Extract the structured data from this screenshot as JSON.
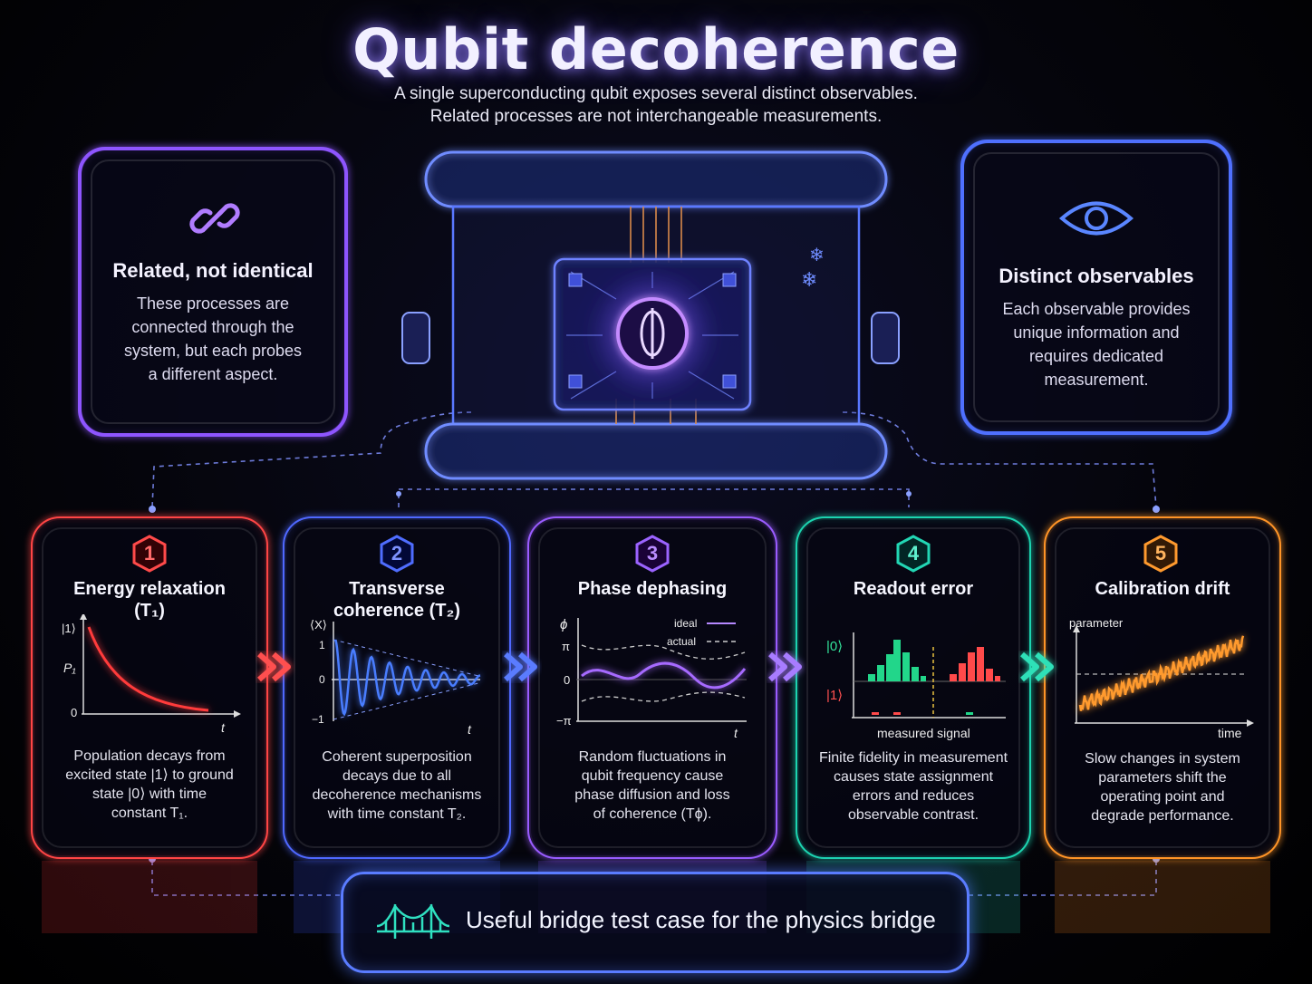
{
  "header": {
    "title": "Qubit decoherence",
    "subtitle_line1": "A single superconducting qubit exposes several distinct observables.",
    "subtitle_line2": "Related processes are not interchangeable measurements."
  },
  "left_panel": {
    "icon": "chain-link-icon",
    "title": "Related, not identical",
    "lines": [
      "These processes are",
      "connected through the",
      "system, but each probes",
      "a different aspect."
    ]
  },
  "right_panel": {
    "icon": "eye-icon",
    "title": "Distinct observables",
    "lines": [
      "Each observable provides",
      "unique information and",
      "requires dedicated",
      "measurement."
    ]
  },
  "cards": [
    {
      "number": "1",
      "color": "#ff4a4a",
      "title_lines": [
        "Energy relaxation",
        "(T₁)"
      ],
      "chart": {
        "y_top": "|1⟩",
        "y_mid": "P₁",
        "y_zero": "0",
        "x_label": "t"
      },
      "desc_lines": [
        "Population decays from",
        "excited state |1⟩ to ground",
        "state |0⟩ with time",
        "constant T₁."
      ]
    },
    {
      "number": "2",
      "color": "#4f6dff",
      "title_lines": [
        "Transverse",
        "coherence (T₂)"
      ],
      "chart": {
        "y_label": "⟨X⟩",
        "ticks": [
          "1",
          "0",
          "−1"
        ],
        "x_label": "t"
      },
      "desc_lines": [
        "Coherent superposition",
        "decays due to all",
        "decoherence mechanisms",
        "with time constant T₂."
      ]
    },
    {
      "number": "3",
      "color": "#9b63ff",
      "title_lines": [
        "Phase dephasing"
      ],
      "chart": {
        "y_label": "ϕ",
        "ticks": [
          "π",
          "0",
          "−π"
        ],
        "x_label": "t",
        "legend": [
          "ideal",
          "actual"
        ]
      },
      "desc_lines": [
        "Random fluctuations in",
        "qubit frequency cause",
        "phase diffusion and loss",
        "of coherence (Tϕ)."
      ]
    },
    {
      "number": "4",
      "color": "#22d6b4",
      "title_lines": [
        "Readout error"
      ],
      "chart": {
        "row0": "|0⟩",
        "row1": "|1⟩",
        "x_label": "measured signal"
      },
      "desc_lines": [
        "Finite fidelity in measurement",
        "causes state assignment",
        "errors and reduces",
        "observable contrast."
      ]
    },
    {
      "number": "5",
      "color": "#ff9a2e",
      "title_lines": [
        "Calibration drift"
      ],
      "chart": {
        "y_label": "parameter",
        "x_label": "time"
      },
      "desc_lines": [
        "Slow changes in system",
        "parameters shift the",
        "operating point and",
        "degrade performance."
      ]
    }
  ],
  "bridge": {
    "icon": "bridge-icon",
    "label": "Useful bridge test case for the physics bridge"
  }
}
